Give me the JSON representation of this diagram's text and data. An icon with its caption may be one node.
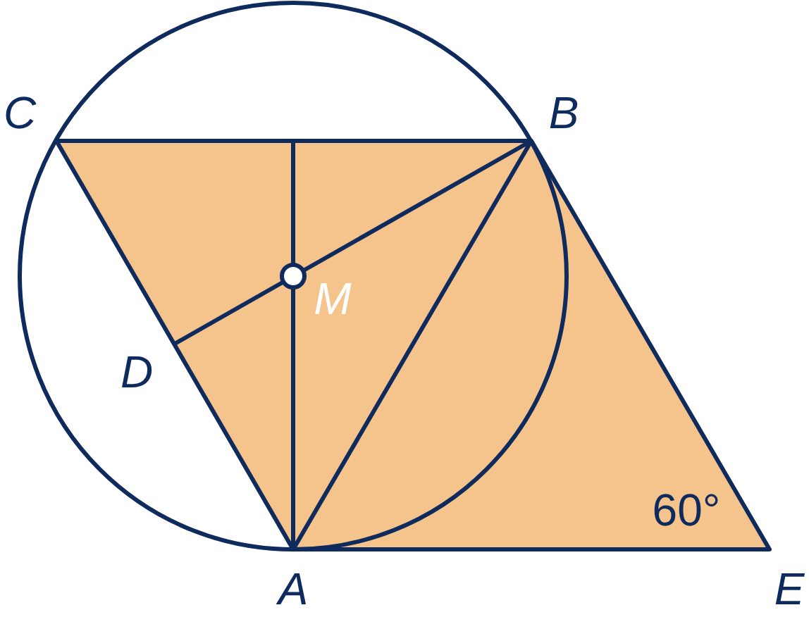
{
  "diagram": {
    "labels": [
      "C",
      "B",
      "M",
      "D",
      "A",
      "E",
      "60°"
    ]
  }
}
